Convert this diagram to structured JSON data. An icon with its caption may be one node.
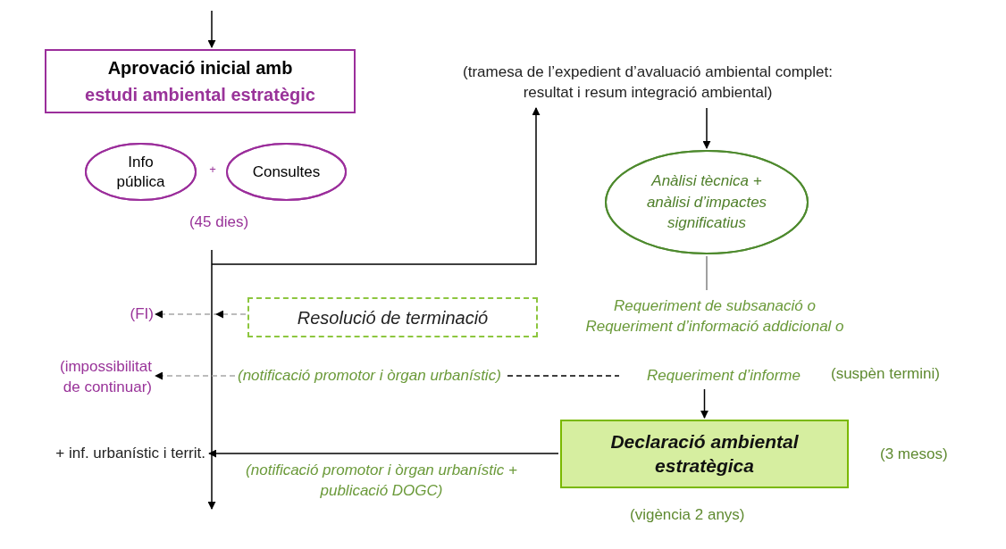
{
  "diagram": {
    "nodes": [
      {
        "text": [
          "Aprovació inicial amb",
          "estudi ambiental estratègic"
        ]
      },
      {
        "text": [
          "Info pública"
        ]
      },
      {
        "text": [
          "Consultes"
        ]
      },
      {
        "text": [
          "(tramesa de l’expedient d’avaluació ambiental complet: resultat i resum integració ambiental)"
        ]
      },
      {
        "text": [
          "Anàlisi tècnica + anàlisi d’impactes significatius"
        ]
      },
      {
        "text": [
          "Requeriment de subsanació o",
          "Requeriment d’informació addicional o"
        ]
      },
      {
        "text": [
          "Resolució de terminació"
        ]
      },
      {
        "text": [
          "(FI)"
        ]
      },
      {
        "text": [
          "(impossibilitat de continuar)"
        ]
      },
      {
        "text": [
          "(notificació promotor i òrgan urbanístic)"
        ]
      },
      {
        "text": [
          "Requeriment d’informe"
        ],
        "beside": [
          "(suspèn termini)"
        ]
      },
      {
        "text": [
          "Declaració ambiental estratègica"
        ],
        "beside": [
          "(3 mesos)",
          "(vigència 2 anys)"
        ]
      },
      {
        "text": [
          "+ inf. urbanístic i territ."
        ]
      }
    ],
    "edges": [
      {
        "from": null,
        "to": 0,
        "arrow": "to"
      },
      {
        "from": 1,
        "to": null,
        "arrow": "to"
      },
      {
        "from": null,
        "to": 3,
        "arrow": "to"
      },
      {
        "from": 3,
        "to": 4,
        "arrow": "to"
      },
      {
        "from": 4,
        "to": 5,
        "arrow": "none",
        "color": "#808080"
      },
      {
        "from": 6,
        "to": 7,
        "arrow": "to",
        "style": "dashed",
        "color": "#a6a6a6"
      },
      {
        "from": 9,
        "to": 8,
        "arrow": "to",
        "style": "dashed",
        "color": "#a6a6a6"
      },
      {
        "from": 10,
        "to": 9,
        "arrow": "none",
        "style": "dashed"
      },
      {
        "from": 10,
        "to": 11,
        "arrow": "to"
      },
      {
        "from": 11,
        "to": 12,
        "arrow": "to",
        "label": "(notificació promotor i òrgan urbanístic + publicació DOGC)"
      }
    ],
    "labels": [
      "+",
      "(45 dies)"
    ]
  }
}
